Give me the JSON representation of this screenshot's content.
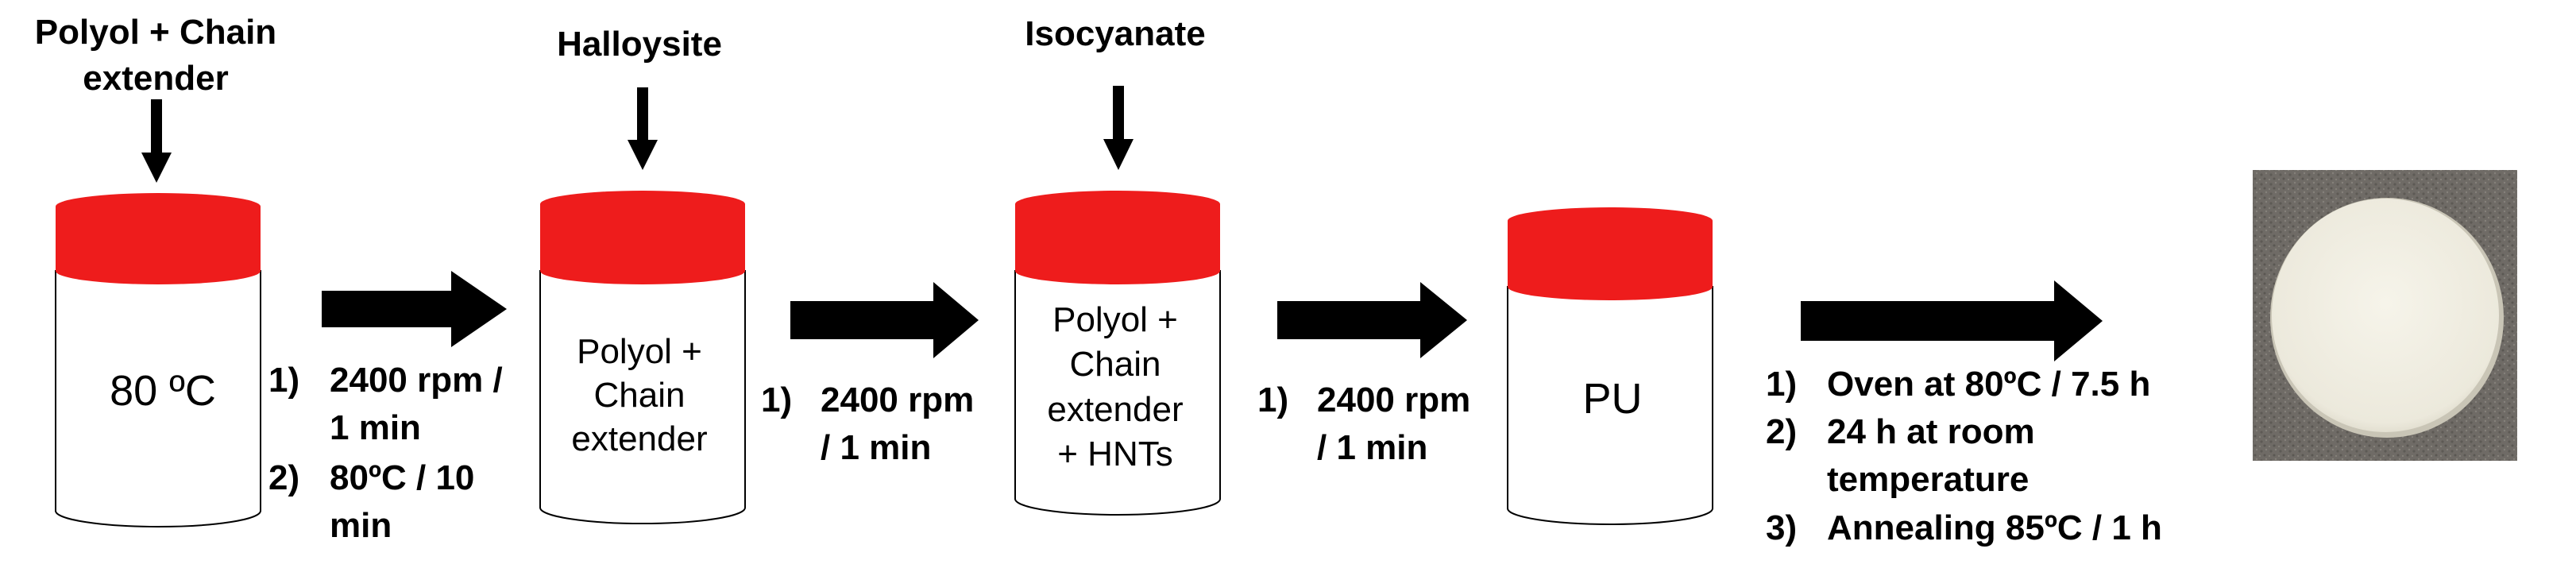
{
  "inputs": {
    "polyol_chain_extender": [
      "Polyol + Chain",
      "extender"
    ],
    "halloysite": "Halloysite",
    "isocyanate": "Isocyanate"
  },
  "containers": {
    "c1": [
      "80 ºC"
    ],
    "c2": [
      "Polyol +",
      "Chain",
      "extender"
    ],
    "c3": [
      "Polyol +",
      "Chain",
      "extender",
      "+ HNTs"
    ],
    "c4": [
      "PU"
    ]
  },
  "steps": {
    "s1": {
      "numbers": [
        "1)",
        "2)"
      ],
      "lines": [
        "2400 rpm /",
        "1 min",
        "80ºC / 10",
        "min"
      ]
    },
    "s2": {
      "numbers": [
        "1)"
      ],
      "lines": [
        "2400 rpm",
        "/ 1 min"
      ]
    },
    "s3": {
      "numbers": [
        "1)"
      ],
      "lines": [
        "2400 rpm",
        "/ 1 min"
      ]
    },
    "s4": {
      "numbers": [
        "1)",
        "2)",
        "3)"
      ],
      "lines": [
        "Oven at 80ºC / 7.5 h",
        "24 h at room",
        "temperature",
        "Annealing 85ºC / 1 h"
      ]
    }
  },
  "colors": {
    "lid": "#ee1c1c",
    "container_fill": "#ffffff",
    "outline": "#000000",
    "photo_background": "#6f6b66",
    "sample_disc": "#f1efe2"
  },
  "icons": [
    "down-arrow-icon",
    "right-arrow-icon",
    "container-icon",
    "sample-photo"
  ]
}
